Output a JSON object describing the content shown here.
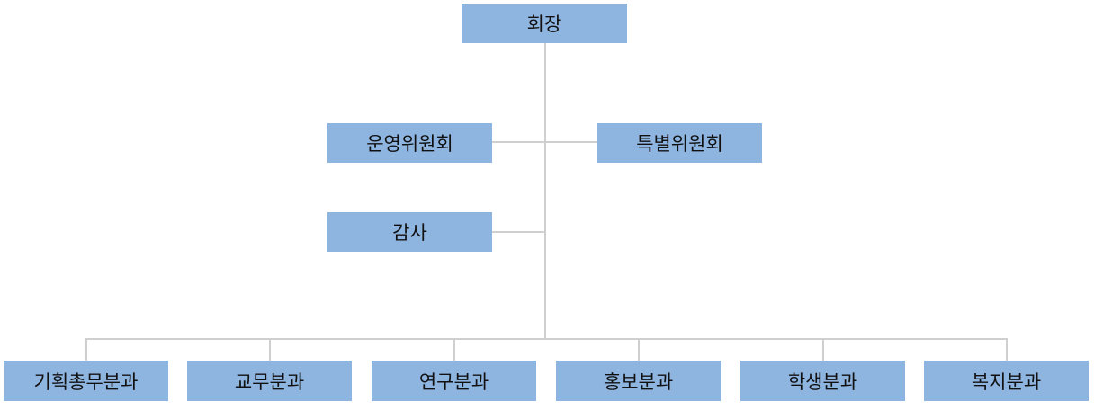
{
  "colors": {
    "box_fill": "#8eb4e0",
    "connector": "#cfcfcf",
    "text": "#111111"
  },
  "org": {
    "president": "회장",
    "committees": {
      "operations": "운영위원회",
      "special": "특별위원회"
    },
    "audit": "감사",
    "divisions": [
      "기획총무분과",
      "교무분과",
      "연구분과",
      "홍보분과",
      "학생분과",
      "복지분과"
    ]
  }
}
